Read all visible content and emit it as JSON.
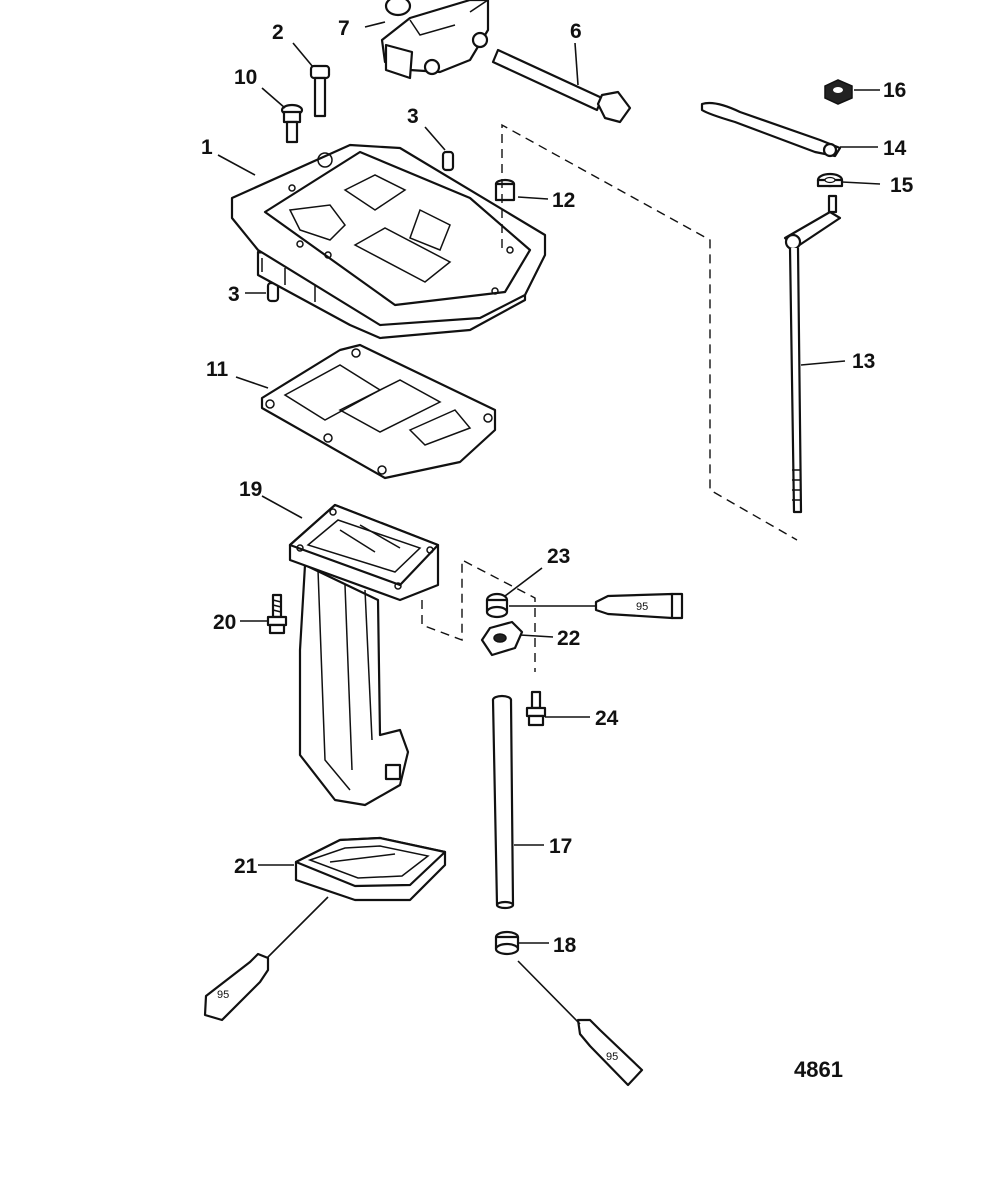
{
  "callouts": {
    "c1": "1",
    "c2": "2",
    "c3a": "3",
    "c3b": "3",
    "c6": "6",
    "c7": "7",
    "c10": "10",
    "c11": "11",
    "c12": "12",
    "c13": "13",
    "c14": "14",
    "c15": "15",
    "c16": "16",
    "c17": "17",
    "c18": "18",
    "c19": "19",
    "c20": "20",
    "c21": "21",
    "c22": "22",
    "c23": "23",
    "c24": "24"
  },
  "sealant_tubes": {
    "t1": "95",
    "t2": "95",
    "t3": "95"
  },
  "figure_number": "4861",
  "colors": {
    "line": "#111111",
    "background": "#ffffff"
  }
}
